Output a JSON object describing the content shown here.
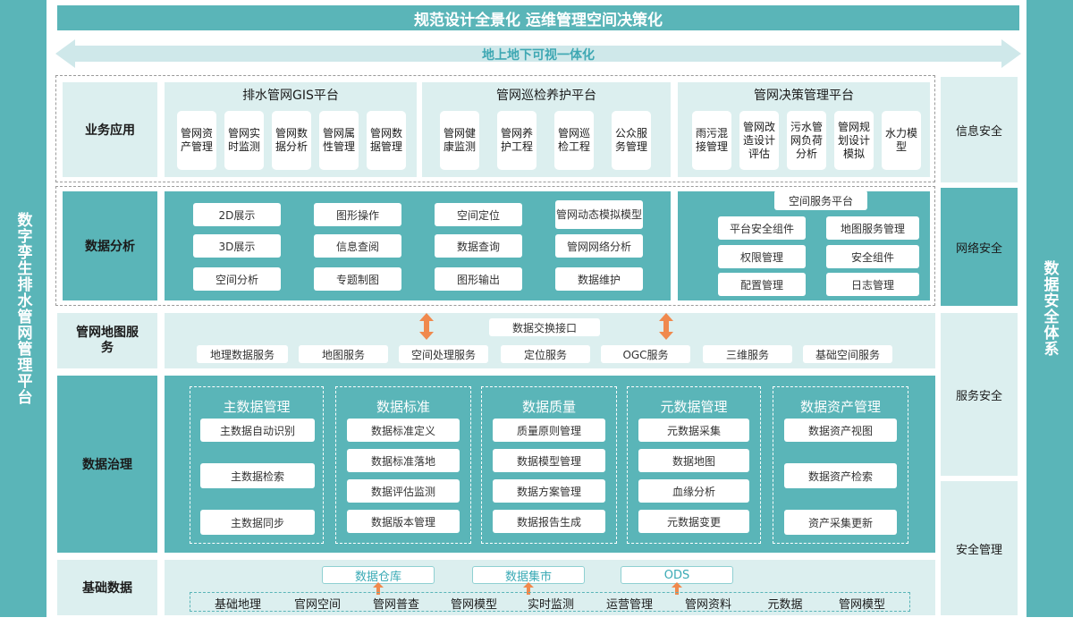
{
  "header": {
    "title": "规范设计全景化  运维管理空间决策化",
    "subtitle": "地上地下可视一体化"
  },
  "left_side_label": "数字孪生排水管网管理平台",
  "right_side_label": "数据安全体系",
  "security_column": [
    "信息安全",
    "网络安全",
    "服务安全",
    "安全管理"
  ],
  "rows": {
    "business": {
      "label": "业务应用",
      "platforms": [
        {
          "title": "排水管网GIS平台",
          "items": [
            "管网资产管理",
            "管网实时监测",
            "管网数据分析",
            "管网属性管理",
            "管网数据管理"
          ]
        },
        {
          "title": "管网巡检养护平台",
          "items": [
            "管网健康监测",
            "管网养护工程",
            "管网巡检工程",
            "公众服务管理"
          ]
        },
        {
          "title": "管网决策管理平台",
          "items": [
            "雨污混接管理",
            "管网改造设计评估",
            "污水管网负荷分析",
            "管网规划设计模拟",
            "水力模型"
          ]
        }
      ]
    },
    "analysis": {
      "label": "数据分析",
      "grid": [
        [
          "2D展示",
          "图形操作",
          "空间定位",
          "管网动态模拟模型"
        ],
        [
          "3D展示",
          "信息查阅",
          "数据查询",
          "管网网络分析"
        ],
        [
          "空间分析",
          "专题制图",
          "图形输出",
          "数据维护"
        ]
      ],
      "spatial_platform": {
        "title": "空间服务平台",
        "items": [
          "平台安全组件",
          "地图服务管理",
          "权限管理",
          "安全组件",
          "配置管理",
          "日志管理"
        ]
      }
    },
    "map_service": {
      "label": "管网地图服务",
      "interface": "数据交换接口",
      "items": [
        "地理数据服务",
        "地图服务",
        "空间处理服务",
        "定位服务",
        "OGC服务",
        "三维服务",
        "基础空间服务"
      ]
    },
    "governance": {
      "label": "数据治理",
      "groups": [
        {
          "title": "主数据管理",
          "items": [
            "主数据自动识别",
            "主数据检索",
            "主数据同步"
          ]
        },
        {
          "title": "数据标准",
          "items": [
            "数据标准定义",
            "数据标准落地",
            "数据评估监测",
            "数据版本管理"
          ]
        },
        {
          "title": "数据质量",
          "items": [
            "质量原则管理",
            "数据模型管理",
            "数据方案管理",
            "数据报告生成"
          ]
        },
        {
          "title": "元数据管理",
          "items": [
            "元数据采集",
            "数据地图",
            "血缘分析",
            "元数据变更"
          ]
        },
        {
          "title": "数据资产管理",
          "items": [
            "数据资产视图",
            "数据资产检索",
            "资产采集更新"
          ]
        }
      ]
    },
    "base": {
      "label": "基础数据",
      "stores": [
        "数据仓库",
        "数据集市",
        "ODS"
      ],
      "items": [
        "基础地理",
        "官网空间",
        "管网普查",
        "管网模型",
        "实时监测",
        "运营管理",
        "管网资料",
        "元数据",
        "管网模型"
      ]
    }
  },
  "colors": {
    "teal": "#5ab5b8",
    "pale": "#dcefef",
    "arrow_orange": "#f0894d"
  }
}
